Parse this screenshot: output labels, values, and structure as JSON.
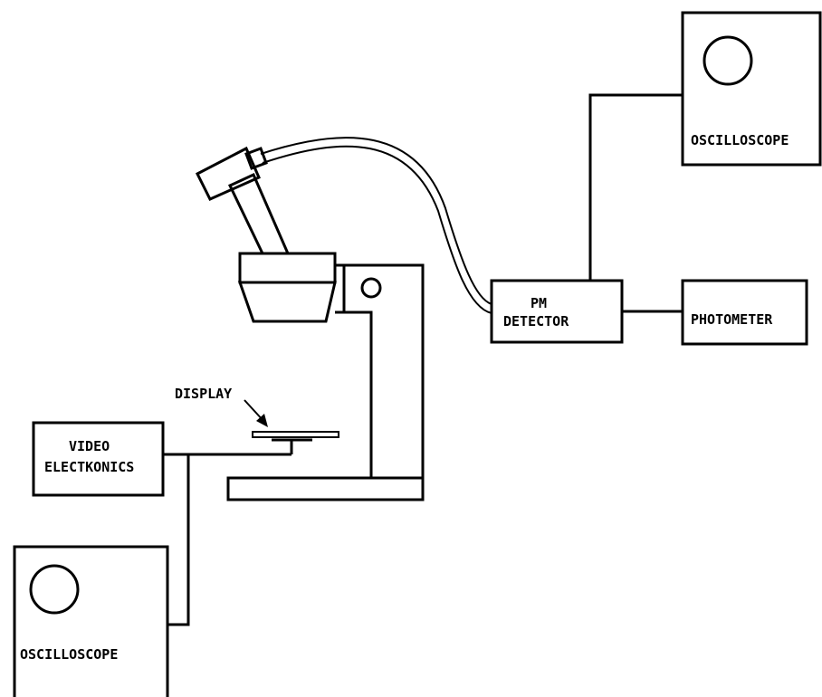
{
  "labels": {
    "oscilloscope_top": "OSCILLOSCOPE",
    "oscilloscope_bottom": "OSCILLOSCOPE",
    "pm_detector_line1": "PM",
    "pm_detector_line2": "DETECTOR",
    "photometer": "PHOTOMETER",
    "video_electronics_line1": "VIDEO",
    "video_electronics_line2": "ELECTKONICS",
    "display": "DISPLAY"
  },
  "colors": {
    "line": "#000000",
    "background": "#ffffff"
  }
}
